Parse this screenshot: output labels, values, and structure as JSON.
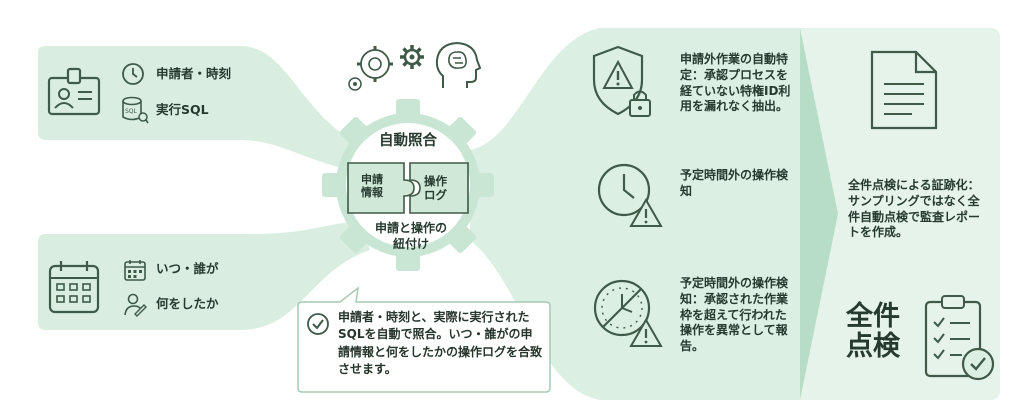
{
  "top_left": {
    "item1": "申請者・時刻",
    "item2": "実行SQL"
  },
  "bottom_left": {
    "item1": "いつ・誰が",
    "item2": "何をしたか"
  },
  "gear": {
    "title": "自動照合",
    "piece_left": "申請\n情報",
    "piece_right": "操作\nログ",
    "subtitle": "申請と操作の\n紐付け"
  },
  "callout": {
    "text": "申請者・時刻と、実際に実行されたSQLを自動で照合。いつ・誰がの申請情報と何をしたかの操作ログを合致させます。"
  },
  "right_items": [
    {
      "text": "申請外作業の自動特定：承認プロセスを経ていない特権ID利用を漏れなく抽出。"
    },
    {
      "text": "予定時間外の操作検知"
    },
    {
      "text": "予定時間外の操作検知：承認された作業枠を超えて行われた操作を異常として報告。"
    }
  ],
  "final": {
    "text": "全件点検による証跡化：サンプリングではなく全件自動点検で監査レポートを作成。",
    "stamp": "全件\n点検"
  },
  "colors": {
    "band_light": "#dcefe3",
    "band_mid": "#c6e4d0",
    "gear_fill": "#cfe8d7",
    "text": "#263a2f",
    "icon": "#3f5a49"
  }
}
